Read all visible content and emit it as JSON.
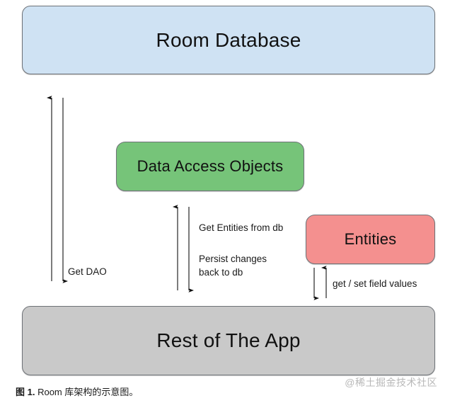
{
  "diagram": {
    "type": "architecture-block-diagram",
    "title": "Room Database architecture",
    "nodes": [
      {
        "id": "room",
        "label": "Room Database",
        "color": "#cfe2f3",
        "border": "#6e7277"
      },
      {
        "id": "dao",
        "label": "Data Access Objects",
        "color": "#76c479",
        "border": "#6e7277"
      },
      {
        "id": "entities",
        "label": "Entities",
        "color": "#f4908f",
        "border": "#6e7277"
      },
      {
        "id": "app",
        "label": "Rest of The App",
        "color": "#c9c9c9",
        "border": "#6e7277"
      }
    ],
    "edge_labels": {
      "get_dao": "Get DAO",
      "get_entities": "Get Entities from db",
      "persist_changes": "Persist changes\nback to db",
      "get_set_field_values": "get / set field values"
    },
    "arrows": [
      {
        "id": "app-to-room",
        "direction": "up",
        "from": "Rest of The App",
        "to": "Room Database"
      },
      {
        "id": "room-to-app",
        "direction": "down",
        "from": "Room Database",
        "to": "Rest of The App"
      },
      {
        "id": "app-to-dao",
        "direction": "up",
        "from": "Rest of The App",
        "to": "Data Access Objects"
      },
      {
        "id": "dao-to-app",
        "direction": "down",
        "from": "Data Access Objects",
        "to": "Rest of The App"
      },
      {
        "id": "entities-to-app",
        "direction": "down",
        "from": "Entities",
        "to": "Rest of The App"
      },
      {
        "id": "app-to-entities",
        "direction": "up",
        "from": "Rest of The App",
        "to": "Entities"
      }
    ]
  },
  "caption": {
    "figure_number": "图 1.",
    "text": " Room 库架构的示意图。"
  },
  "watermark": {
    "text": "@稀土掘金技术社区"
  }
}
